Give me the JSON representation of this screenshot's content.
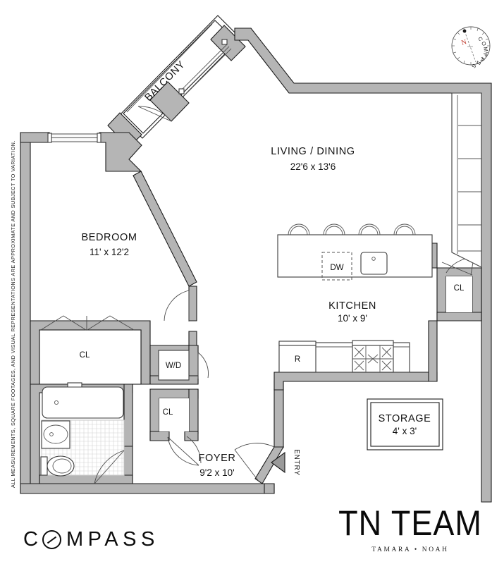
{
  "document": {
    "type": "real-estate-floor-plan",
    "disclaimer": "ALL MEASUREMENTS, SQUARE FOOTAGES, AND VISUAL REPRESENTATIONS ARE APPROXIMATE AND SUBJECT TO VARIATION."
  },
  "rooms": {
    "living_dining": {
      "name": "LIVING / DINING",
      "dimensions": "22'6 x 13'6"
    },
    "bedroom": {
      "name": "BEDROOM",
      "dimensions": "11' x 12'2"
    },
    "kitchen": {
      "name": "KITCHEN",
      "dimensions": "10' x 9'"
    },
    "foyer": {
      "name": "FOYER",
      "dimensions": "9'2 x 10'"
    },
    "storage": {
      "name": "STORAGE",
      "dimensions": "4' x 3'"
    },
    "balcony": {
      "name": "BALCONY",
      "dimensions": ""
    }
  },
  "closets": {
    "bedroom_closet": "CL",
    "foyer_closet": "CL",
    "kitchen_closet": "CL"
  },
  "appliances": {
    "dishwasher": "DW",
    "refrigerator": "R",
    "washer_dryer": "W/D"
  },
  "markers": {
    "entry": "ENTRY"
  },
  "compass_rose": {
    "north_label": "N",
    "brand_text": "COMPASS",
    "north_color": "#c0392b"
  },
  "branding": {
    "compass": {
      "pre": "C",
      "post": "MPASS"
    },
    "tn_team": {
      "title": "TN TEAM",
      "subtitle": "TAMARA • NOAH"
    }
  },
  "colors": {
    "wall_fill": "#b5b5b5",
    "wall_stroke": "#1a1a1a",
    "fixture_stroke": "#3a3a3a",
    "text": "#111111",
    "background": "#ffffff"
  }
}
